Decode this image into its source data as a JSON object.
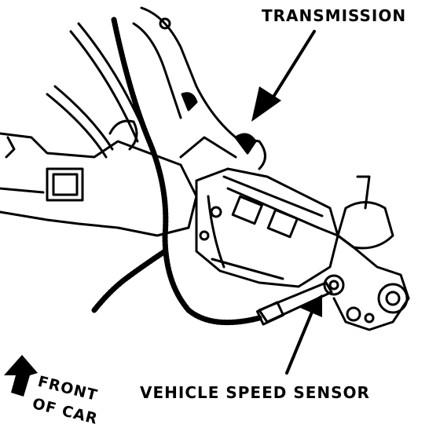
{
  "labels": {
    "transmission": "TRANSMISSION",
    "vehicle_speed_sensor": "VEHICLE SPEED SENSOR",
    "front_line1": "FRONT",
    "front_line2": "OF CAR"
  },
  "colors": {
    "ink": "#000000",
    "paper": "#ffffff"
  }
}
